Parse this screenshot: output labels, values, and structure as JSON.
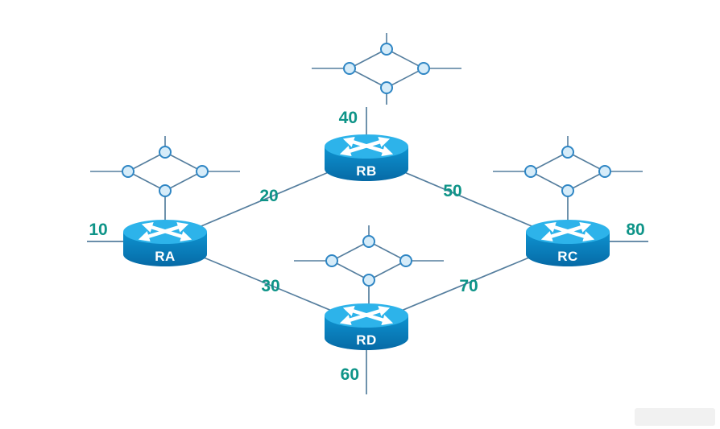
{
  "diagram": {
    "type": "network-topology",
    "routers": [
      {
        "name": "RA"
      },
      {
        "name": "RB"
      },
      {
        "name": "RC"
      },
      {
        "name": "RD"
      }
    ],
    "links": [
      {
        "from": "RA",
        "to": "RB",
        "cost": "20"
      },
      {
        "from": "RB",
        "to": "RC",
        "cost": "50"
      },
      {
        "from": "RA",
        "to": "RD",
        "cost": "30"
      },
      {
        "from": "RD",
        "to": "RC",
        "cost": "70"
      }
    ],
    "interface_costs": [
      {
        "router": "RA",
        "cost": "10"
      },
      {
        "router": "RB",
        "cost": "40"
      },
      {
        "router": "RC",
        "cost": "80"
      },
      {
        "router": "RD",
        "cost": "60"
      }
    ],
    "colors": {
      "router_body": "#0a74b4",
      "router_top": "#2db3ea",
      "link_line": "#557e9e",
      "cost_text": "#0e9488",
      "segment_node_fill": "#d6ecf9",
      "segment_node_stroke": "#2f86c4",
      "router_label_text": "#ffffff"
    }
  }
}
